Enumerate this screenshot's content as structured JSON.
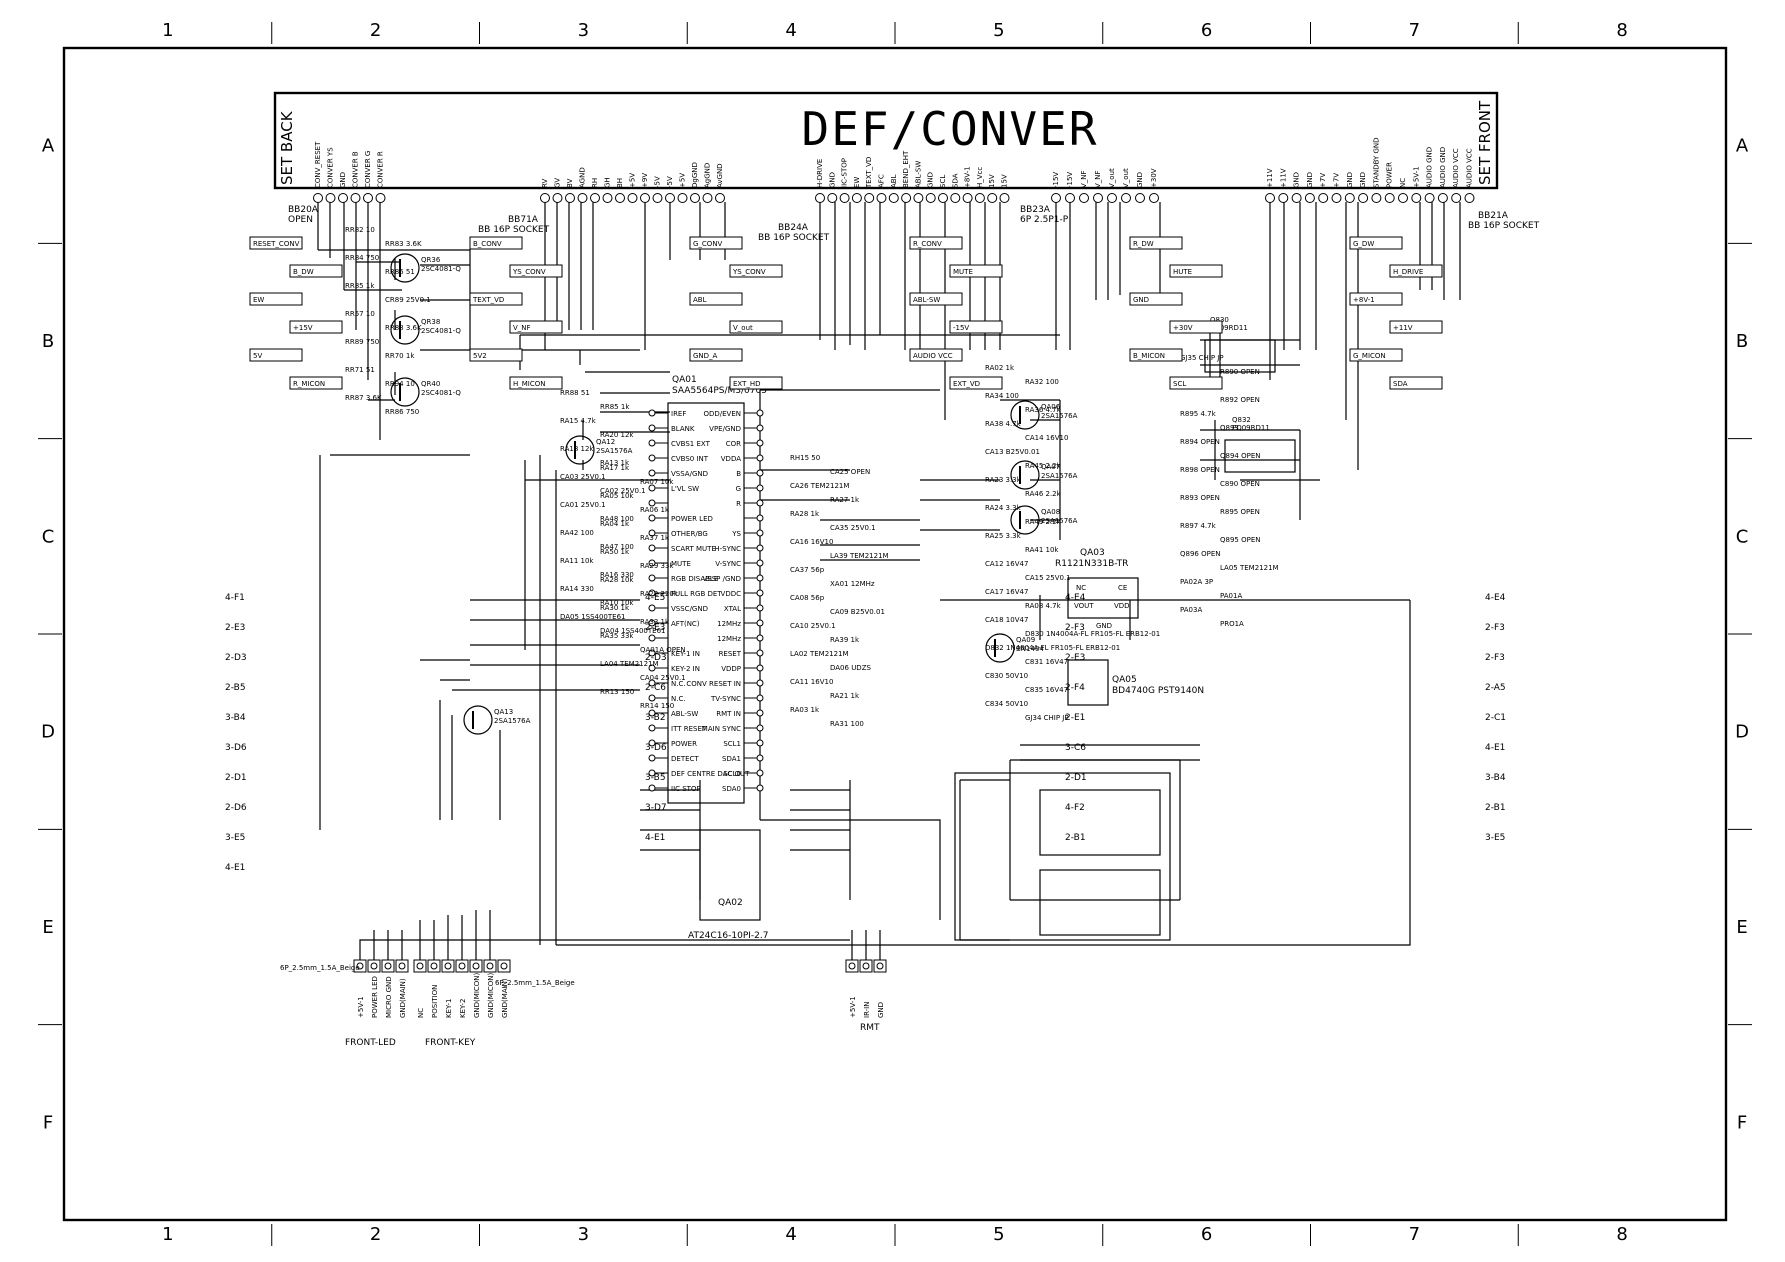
{
  "title": "DEF/CONVER",
  "side_left": "SET BACK",
  "side_right": "SET FRONT",
  "grid": {
    "cols": [
      "1",
      "2",
      "3",
      "4",
      "5",
      "6",
      "7",
      "8"
    ],
    "rows": [
      "A",
      "B",
      "C",
      "D",
      "E",
      "F"
    ]
  },
  "connectors": {
    "bb20": {
      "ref": "BB20A",
      "note": "OPEN"
    },
    "bb71": {
      "ref": "BB71A",
      "note": "BB 16P SOCKET"
    },
    "bb24": {
      "ref": "BB24A",
      "note": "BB 16P SOCKET"
    },
    "bb23": {
      "ref": "BB23A",
      "note": "6P 2.5P1-P"
    },
    "bb21": {
      "ref": "BB21A",
      "note": "BB 16P SOCKET"
    }
  },
  "pins": {
    "bb20": [
      "CONV_RESET",
      "CONVER YS",
      "GND",
      "CONVER B",
      "CONVER G",
      "CONVER R"
    ],
    "bb71": [
      "RV",
      "GV",
      "BV",
      "AGND",
      "RH",
      "GH",
      "BH",
      "+5V",
      "+9V",
      "-5V",
      "-5V",
      "+5V",
      "DgGND",
      "AgGND",
      "AvGND"
    ],
    "bb24": [
      "H-DRIVE",
      "GND",
      "IIC-STOP",
      "EW",
      "TEXT_VD",
      "AFC",
      "ABL",
      "BEND_EHT",
      "ABL-SW",
      "GND",
      "SCL",
      "SDA",
      "+8V-1",
      "H_Vcc",
      "15V",
      "15V"
    ],
    "bb23": [
      "-15V",
      "-15V",
      "V_NF",
      "V_NF",
      "V_out",
      "V_out",
      "GND",
      "+30V"
    ],
    "bb21": [
      "+11V",
      "+11V",
      "GND",
      "GND",
      "+7V",
      "+7V",
      "GND",
      "GND",
      "STANDBY GND",
      "POWER",
      "NC",
      "+5V-1",
      "AUDIO GND",
      "AUDIO GND",
      "AUDIO VCC",
      "AUDIO VCC"
    ]
  },
  "ic": {
    "ref": "QA01",
    "part": "SAA5564PS/M3/0705",
    "left_pins": [
      "IREF",
      "BLANK",
      "CVBS1 EXT",
      "CVBS0 INT",
      "VSSA/GND",
      "L'VL SW",
      "",
      "POWER LED",
      "OTHER/BG",
      "SCART MUTE",
      "MUTE",
      "RGB DISABLE",
      "FULL RGB DET",
      "VSSC/GND",
      "AFT(NC)",
      "",
      "KEY-1 IN",
      "KEY-2 IN",
      "N.C.",
      "N.C.",
      "ABL-SW",
      "ITT RESET",
      "POWER",
      "DETECT",
      "DEF CENTRE DAC OUT",
      "IIC STOP"
    ],
    "right_pins": [
      "ODD/EVEN",
      "VPE/GND",
      "COR",
      "VDDA",
      "B",
      "G",
      "R",
      "",
      "YS",
      "H-SYNC",
      "V-SYNC",
      "VSSP /GND",
      "VDDC",
      "XTAL",
      "12MHz",
      "12MHz",
      "RESET",
      "VDDP",
      "CONV RESET IN",
      "TV-SYNC",
      "RMT IN",
      "MAIN SYNC",
      "SCL1",
      "SDA1",
      "SCL0",
      "SDA0"
    ]
  },
  "eeprom": {
    "ref": "QA02",
    "part": "AT24C16-10PI-2.7"
  },
  "regulator": {
    "ref": "QA03",
    "part": "R1121N331B-TR",
    "pins": [
      "NC",
      "CE",
      "VOUT",
      "VDD",
      "GND"
    ]
  },
  "reset_ic": {
    "ref": "QA05",
    "part": "BD4740G PST9140N"
  },
  "transistors": [
    {
      "ref": "QR36",
      "part": "2SC4081-Q"
    },
    {
      "ref": "QR38",
      "part": "2SC4081-Q"
    },
    {
      "ref": "QR40",
      "part": "2SC4081-Q"
    },
    {
      "ref": "QA12",
      "part": "2SA1576A"
    },
    {
      "ref": "QA06",
      "part": "2SA1576A"
    },
    {
      "ref": "QA07",
      "part": "2SA1576A"
    },
    {
      "ref": "QA08",
      "part": "2SA1576A"
    },
    {
      "ref": "QA09",
      "part": "BN1404"
    },
    {
      "ref": "QA13",
      "part": "2SA1576A"
    },
    {
      "ref": "Q830",
      "part": "PQ09RD11"
    },
    {
      "ref": "Q832",
      "part": "PQ09RD11"
    }
  ],
  "net_labels": [
    "RESET_CONV",
    "B_CONV",
    "G_CONV",
    "R_CONV",
    "R_DW",
    "G_DW",
    "B_DW",
    "YS_CONV",
    "YS_CONV",
    "MUTE",
    "HUTE",
    "H_DRIVE",
    "EW",
    "TEXT_VD",
    "ABL",
    "ABL-SW",
    "GND",
    "+8V-1",
    "+15V",
    "V_NF",
    "V_out",
    "-15V",
    "+30V",
    "+11V",
    "5V",
    "5V2",
    "GND_A",
    "AUDIO VCC",
    "B_MICON",
    "G_MICON",
    "R_MICON",
    "H_MICON",
    "EXT_HD",
    "EXT_VD",
    "SCL",
    "SDA"
  ],
  "offpage_refs": [
    "4-F1",
    "4-E5",
    "4-E4",
    "4-E4",
    "2-E3",
    "2-E3",
    "2-F3",
    "2-F3",
    "2-D3",
    "2-D3",
    "2-E3",
    "2-F3",
    "2-B5",
    "2-C6",
    "2-F4",
    "2-A5",
    "3-B4",
    "3-B2",
    "2-E1",
    "2-C1",
    "3-D6",
    "3-D6",
    "3-C6",
    "4-E1",
    "2-D1",
    "3-B5",
    "2-D1",
    "3-B4",
    "2-D6",
    "3-D7",
    "4-F2",
    "2-B1",
    "3-E5",
    "4-E1",
    "2-B1",
    "3-E5",
    "4-E1"
  ],
  "components": [
    "RR82 10",
    "RR83 3.6K",
    "RR84 750",
    "RR86 51",
    "RR85 1k",
    "CR89 25V0.1",
    "RR57 10",
    "RR88 3.6K",
    "RR89 750",
    "RR70 1k",
    "RR71 51",
    "RR94 10",
    "RR87 3.6K",
    "RR86 750",
    "RR88 51",
    "RR85 1k",
    "RA15 4.7k",
    "RA20 12k",
    "RA18 12k",
    "RA13 1k",
    "CA03 25V0.1",
    "CA02 25V0.1",
    "CA01 25V0.1",
    "RA48 100",
    "RA42 100",
    "RA47 100",
    "RA11 10k",
    "RA16 330",
    "RA14 330",
    "RA10 10k",
    "DA05 1SS400TE61",
    "DA04 1SS400TE61",
    "RA17 1k",
    "RA07 10k",
    "RA05 10k",
    "RA06 1k",
    "RA04 1k",
    "RA37 1k",
    "RA50 1k",
    "RA29 33k",
    "RA28 10k",
    "RA22 220k",
    "RA30 1k",
    "RA33 1k",
    "RA35 33k",
    "QA01A OPEN",
    "LA04 TEM2121M",
    "CA04 25V0.1",
    "RR13 150",
    "RR14 150",
    "RH15 50",
    "CA25 OPEN",
    "CA26 TEM2121M",
    "RA27 1k",
    "RA28 1k",
    "CA35 25V0.1",
    "CA16 16V10",
    "LA39 TEM2121M",
    "CA37 56p",
    "XA01 12MHz",
    "CA08 56p",
    "CA09 B25V0.01",
    "CA10 25V0.1",
    "RA39 1k",
    "LA02 TEM2121M",
    "DA06 UDZS",
    "CA11 16V10",
    "RA21 1k",
    "RA03 1k",
    "RA31 100",
    "RA02 1k",
    "RA32 100",
    "RA34 100",
    "RA36 4.7k",
    "RA38 4.7k",
    "CA14 16V10",
    "CA13 B25V0.01",
    "RA45 2.2k",
    "RA23 3.3k",
    "RA46 2.2k",
    "RA24 3.3k",
    "RA49 2.2k",
    "RA25 3.3k",
    "RA41 10k",
    "CA12 16V47",
    "CA15 25V0.1",
    "CA17 16V47",
    "RA08 4.7k",
    "CA18 10V47",
    "D830 1N4004A-FL FR105-FL ERB12-01",
    "D832 1N4004A-FL FR105-FL ERB12-01",
    "C831 16V47",
    "C830 50V10",
    "C835 16V47",
    "C834 50V10",
    "GJ34 CHIP JP",
    "GJ35 CHIP JP",
    "R890 OPEN",
    "Q892 OPEN",
    "R892 OPEN",
    "R895 4.7k",
    "Q893",
    "R894 OPEN",
    "Q894 OPEN",
    "R898 OPEN",
    "C890 OPEN",
    "R893 OPEN",
    "R895 OPEN",
    "R897 4.7k",
    "Q895 OPEN",
    "Q896 OPEN",
    "LA05 TEM2121M",
    "PA02A 3P",
    "PA01A",
    "PA03A",
    "PRO1A"
  ],
  "bottom": {
    "front_led": {
      "title": "FRONT-LED",
      "pins": [
        "+5V-1",
        "POWER LED",
        "MICRO GND",
        "GND(MAIN)"
      ],
      "connector": "6P_2.5mm_1.5A_Beige"
    },
    "front_key": {
      "title": "FRONT-KEY",
      "pins": [
        "NC",
        "POSITION",
        "KEY-1",
        "KEY-2",
        "GND(MICON)",
        "GND(MICON)",
        "GND(MAIN)"
      ],
      "connector": "6P_2.5mm_1.5A_Beige"
    },
    "rmt": {
      "title": "RMT",
      "pins": [
        "+5V-1",
        "IR-IN",
        "GND"
      ]
    }
  }
}
